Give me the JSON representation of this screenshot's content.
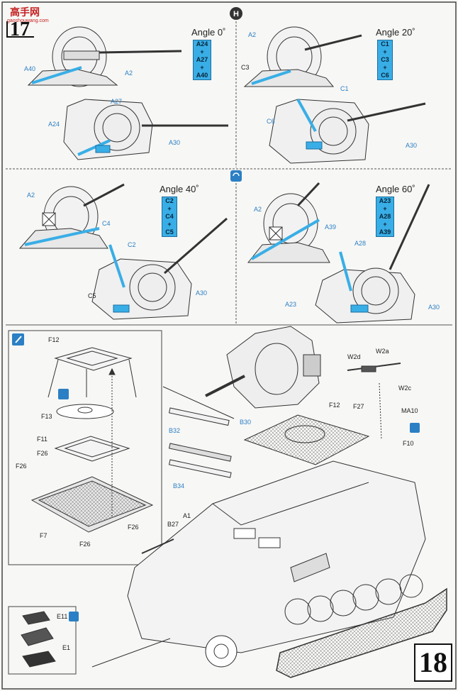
{
  "header": {
    "logo_text": "高手网",
    "logo_url_text": "gaoshouwang.com",
    "section_letter": "H"
  },
  "steps": {
    "prev": "17",
    "current": "18"
  },
  "panels": [
    {
      "angle": "Angle 0˚",
      "parts": [
        "A24",
        "+",
        "A27",
        "+",
        "A40"
      ],
      "labels": [
        "A40",
        "A2",
        "A27",
        "A24",
        "A30"
      ]
    },
    {
      "angle": "Angle 20˚",
      "parts": [
        "C1",
        "+",
        "C3",
        "+",
        "C6"
      ],
      "labels": [
        "A2",
        "C3",
        "C1",
        "C6",
        "A30"
      ]
    },
    {
      "angle": "Angle 40˚",
      "parts": [
        "C2",
        "+",
        "C4",
        "+",
        "C5"
      ],
      "labels": [
        "A2",
        "C4",
        "C2",
        "C5",
        "A30"
      ]
    },
    {
      "angle": "Angle 60˚",
      "parts": [
        "A23",
        "+",
        "A28",
        "+",
        "A39"
      ],
      "labels": [
        "A2",
        "A39",
        "A28",
        "A23",
        "A30"
      ]
    }
  ],
  "inset_labels": [
    "F12",
    "F13",
    "F11",
    "F26",
    "F26",
    "F7",
    "F26",
    "F26"
  ],
  "main_labels": [
    "F12",
    "W2d",
    "W2a",
    "W2c",
    "F27",
    "MA10",
    "F10",
    "B30",
    "B32",
    "B34",
    "A1",
    "B27",
    "E11",
    "E1"
  ]
}
